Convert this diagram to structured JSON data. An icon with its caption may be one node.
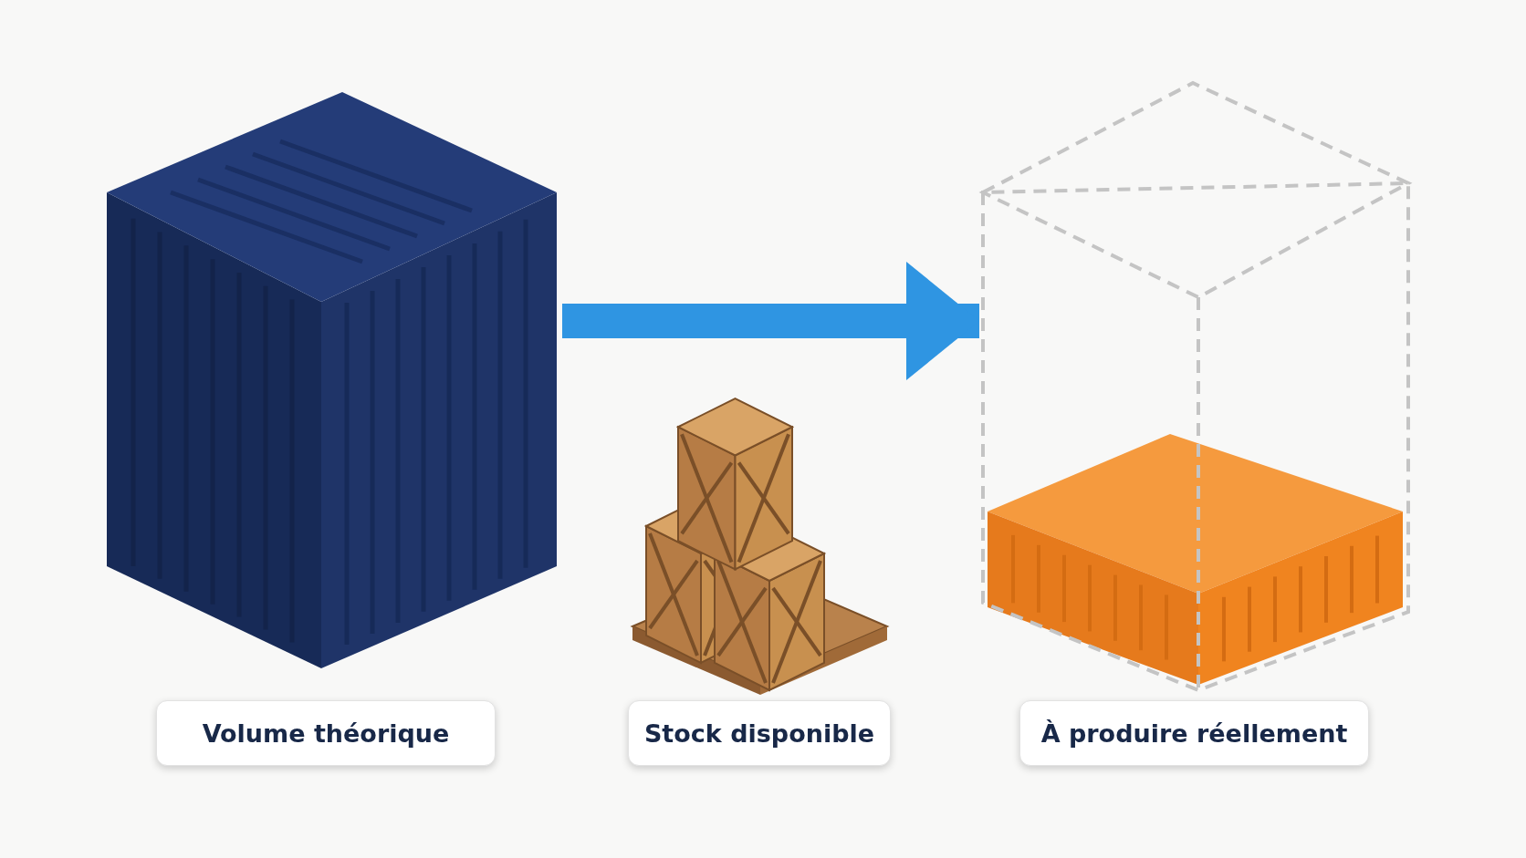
{
  "diagram": {
    "nodes": [
      {
        "text": [],
        "shape": "picture"
      },
      {
        "text": [],
        "shape": "picture"
      },
      {
        "text": [],
        "shape": "picture"
      },
      {
        "text": [
          "Volume théorique"
        ]
      },
      {
        "text": [
          "Stock disponible"
        ]
      },
      {
        "text": [
          "À produire réellement"
        ]
      }
    ],
    "edges": [
      {
        "from": 0,
        "to": 2,
        "arrow": "to"
      }
    ]
  }
}
